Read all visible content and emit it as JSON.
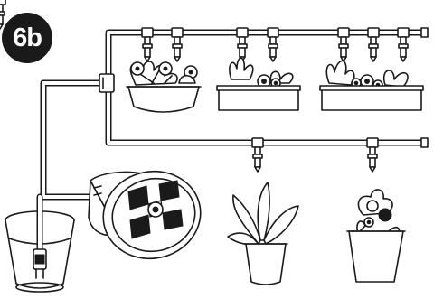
{
  "step_badge": {
    "label": "6b",
    "color": "#1a1a1a"
  },
  "icons": {
    "pump": "solar-pump-icon",
    "reservoir": "water-bucket-icon",
    "drippers": "dripper-icon",
    "plants": [
      "pot-flowers",
      "planter-box",
      "planter-box",
      "potted-plant",
      "potted-flower"
    ]
  }
}
